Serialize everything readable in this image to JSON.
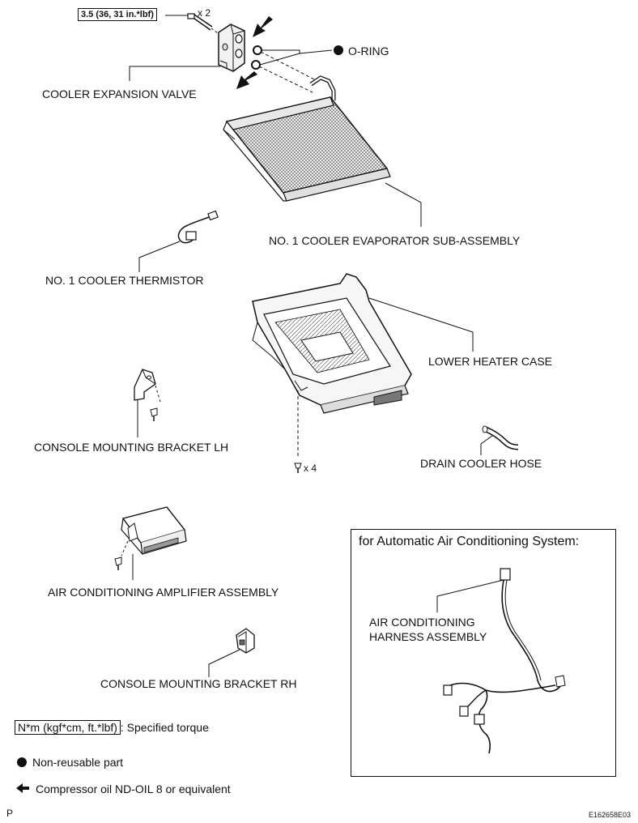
{
  "torque": {
    "value": "3.5 (36, 31 in.*lbf)",
    "bolt_qty": "x 2"
  },
  "labels": {
    "o_ring": "O-RING",
    "expansion_valve": "COOLER EXPANSION VALVE",
    "evaporator": "NO. 1 COOLER EVAPORATOR SUB-ASSEMBLY",
    "thermistor": "NO. 1 COOLER THERMISTOR",
    "lower_case": "LOWER HEATER CASE",
    "bracket_lh": "CONSOLE MOUNTING BRACKET LH",
    "screw_qty": "x 4",
    "drain_hose": "DRAIN COOLER HOSE",
    "amplifier": "AIR CONDITIONING AMPLIFIER ASSEMBLY",
    "bracket_rh": "CONSOLE MOUNTING BRACKET RH"
  },
  "inset": {
    "title": "for Automatic Air Conditioning System:",
    "harness_line1": "AIR CONDITIONING",
    "harness_line2": "HARNESS ASSEMBLY"
  },
  "legend": {
    "torque_symbol": "N*m (kgf*cm, ft.*lbf)",
    "torque_text": ": Specified torque",
    "nonreusable": "Non-reusable part",
    "oil": "Compressor oil ND-OIL 8 or equivalent"
  },
  "footer": {
    "left": "P",
    "code": "E162658E03"
  },
  "icons": [
    "bolt-icon",
    "black-dot-icon",
    "arrow-icon",
    "screw-icon"
  ]
}
